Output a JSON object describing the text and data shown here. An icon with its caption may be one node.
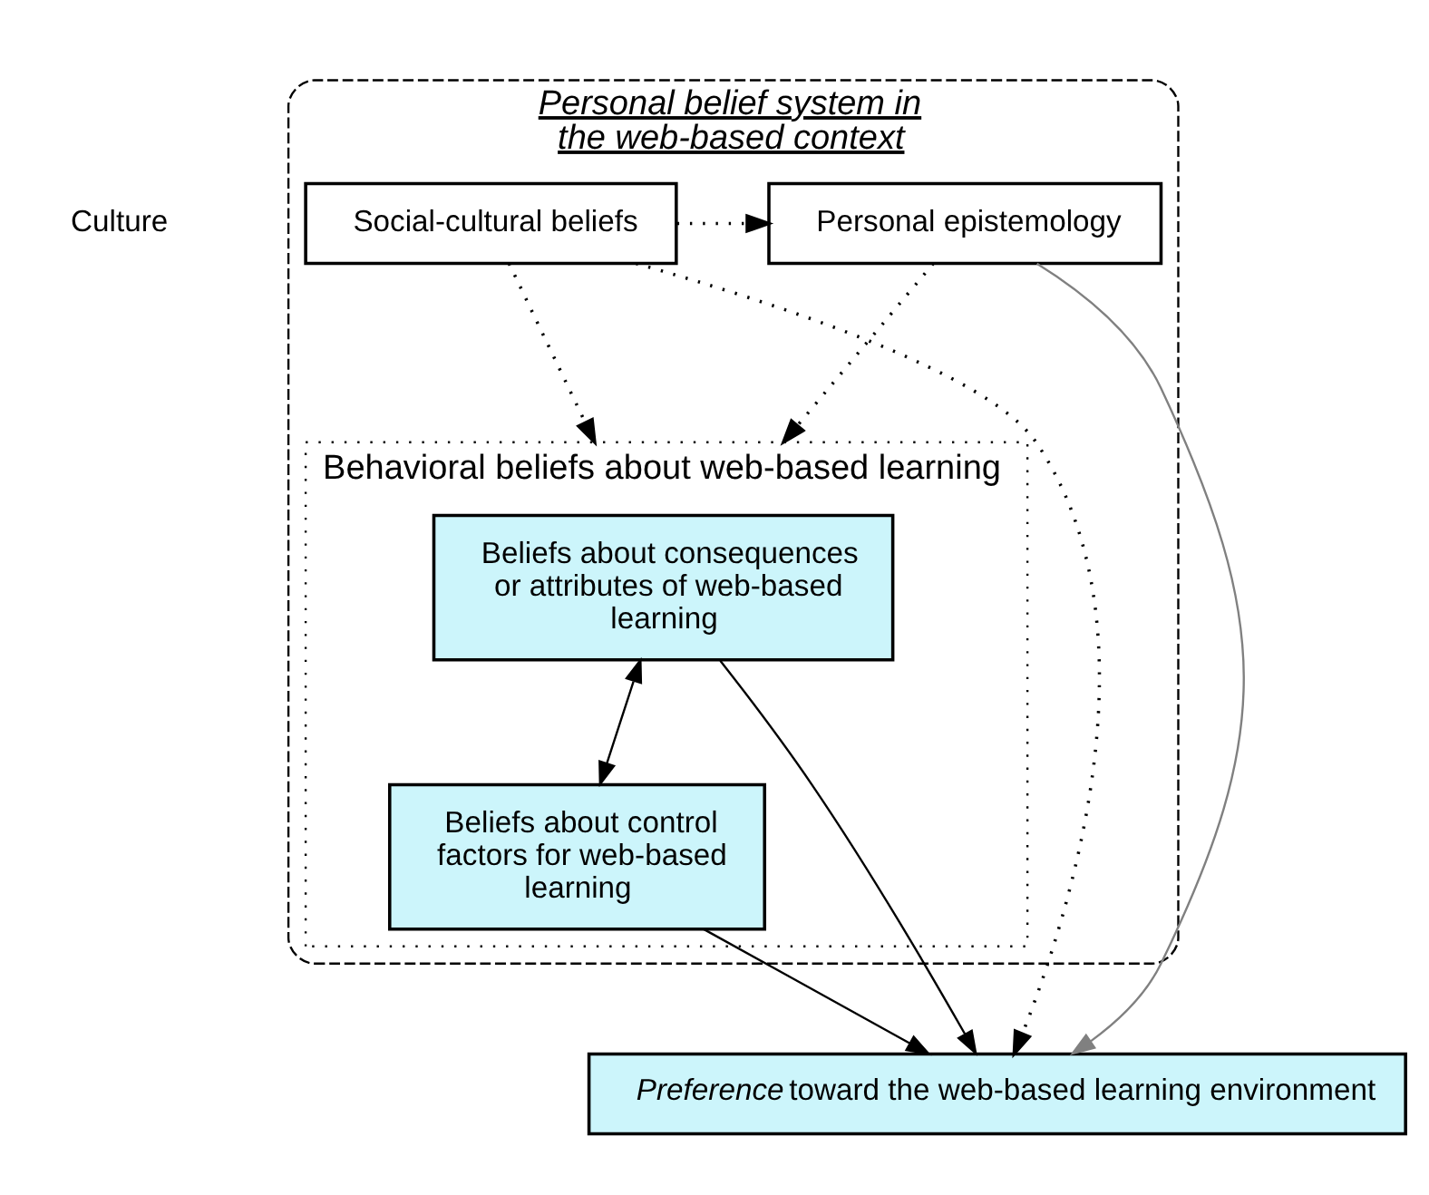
{
  "diagram": {
    "nodes": [
      {
        "text": [
          "Personal belief system in the web-based context"
        ]
      },
      {
        "text": [
          "Social-cultural beliefs"
        ],
        "in": 0
      },
      {
        "text": [
          "Personal epistemology"
        ],
        "in": 0
      },
      {
        "text": [
          "Behavioral beliefs about web-based learning"
        ],
        "in": 0
      },
      {
        "text": [
          "Beliefs about consequences or attributes of web-based learning"
        ],
        "in": 3
      },
      {
        "text": [
          "Beliefs about control factors for web-based learning"
        ],
        "in": 3
      },
      {
        "text": [
          "*Preference* toward the web-based learning environment"
        ]
      }
    ],
    "edges": [
      {
        "from": 1,
        "to": 2,
        "arrow": "to",
        "style": "dashed"
      },
      {
        "from": 1,
        "to": 3,
        "arrow": "to",
        "style": "dashed"
      },
      {
        "from": 2,
        "to": 3,
        "arrow": "to",
        "style": "dashed"
      },
      {
        "from": 4,
        "to": 5,
        "arrow": "both"
      },
      {
        "from": 4,
        "to": 6,
        "arrow": "to"
      },
      {
        "from": 5,
        "to": 6,
        "arrow": "to"
      },
      {
        "from": 1,
        "to": 6,
        "arrow": "to",
        "style": "dashed"
      },
      {
        "from": 2,
        "to": 6,
        "arrow": "to",
        "color": "#808080"
      }
    ],
    "labels": [
      "Culture"
    ]
  }
}
